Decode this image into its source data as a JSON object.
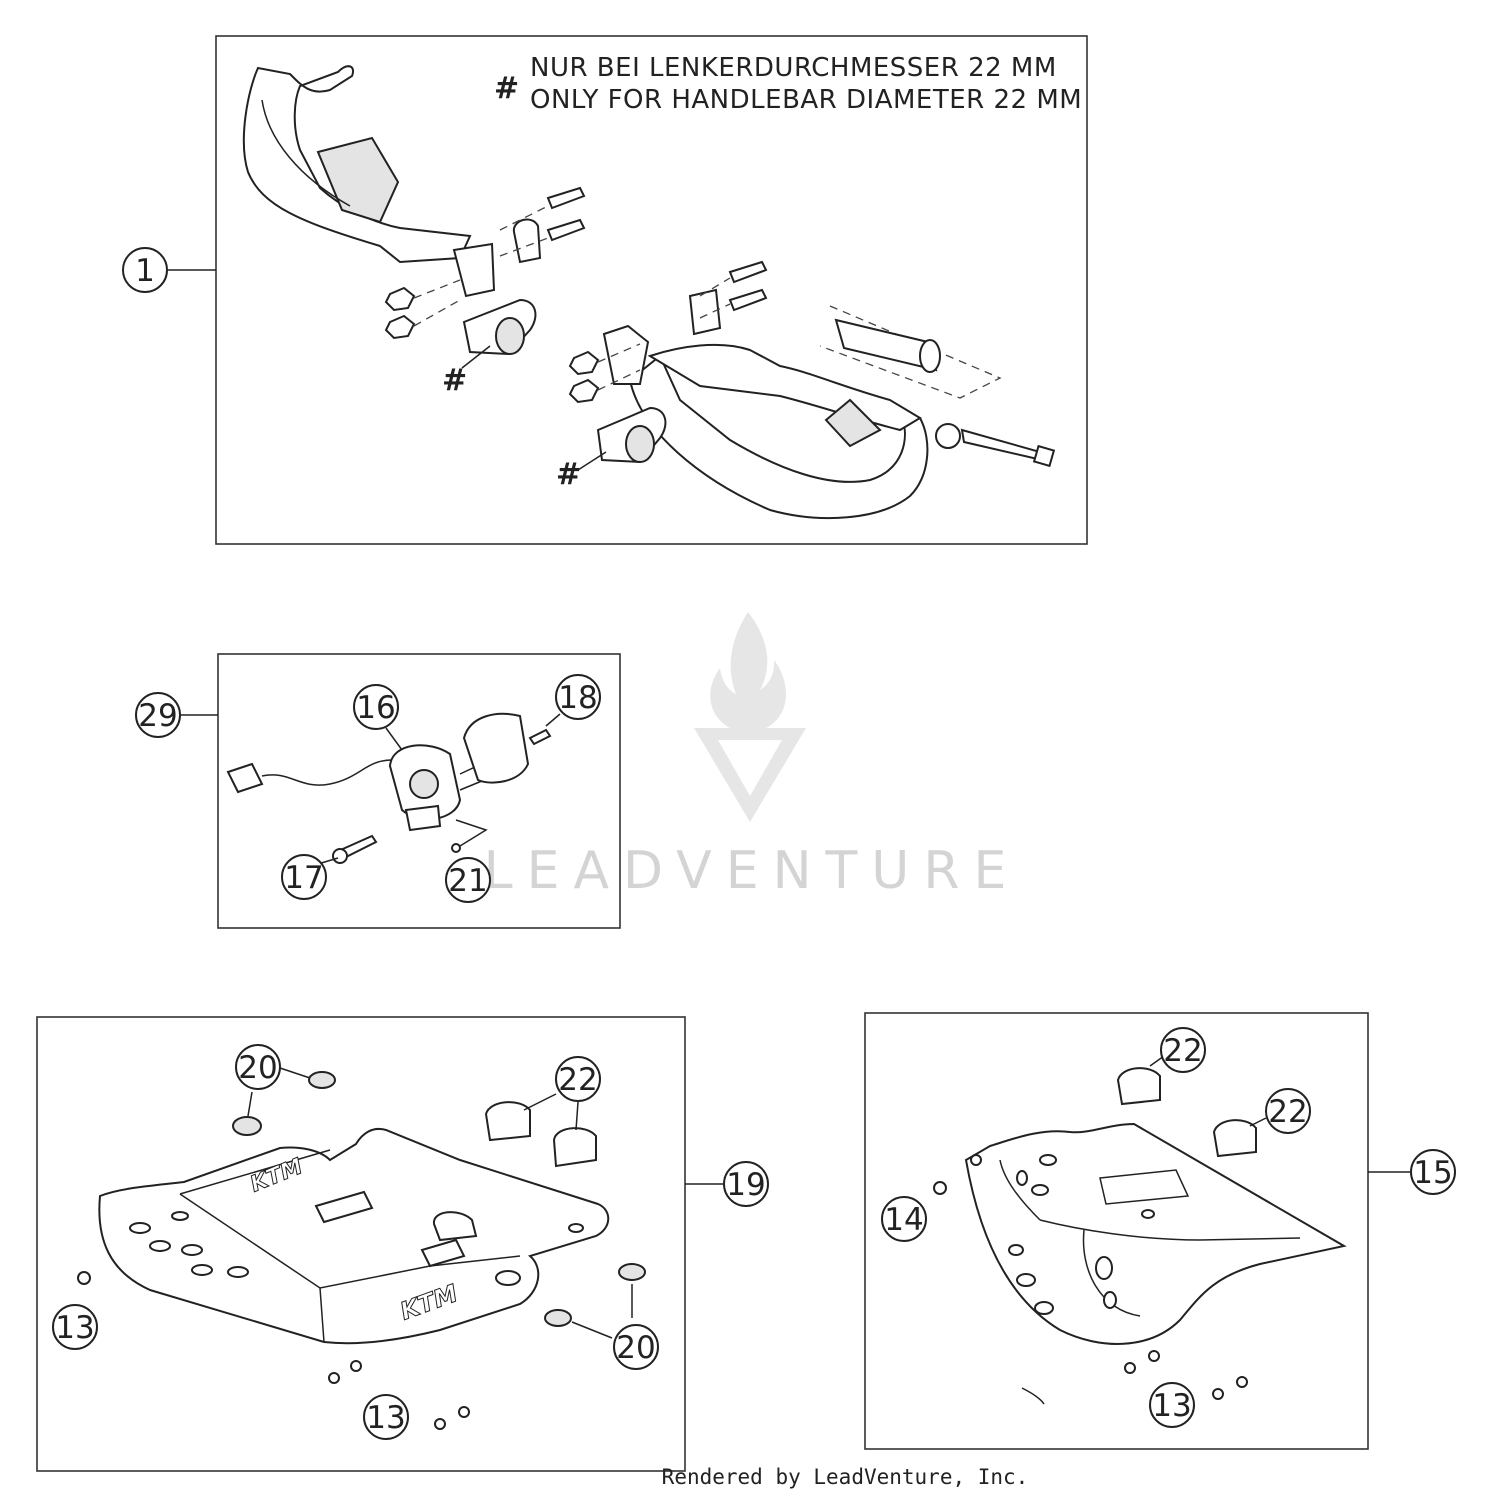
{
  "note": {
    "symbol": "#",
    "line_de": "NUR BEI LENKERDURCHMESSER 22 MM",
    "line_en": "ONLY FOR HANDLEBAR DIAMETER 22 MM"
  },
  "callouts": {
    "c1": "1",
    "c29": "29",
    "c16": "16",
    "c18": "18",
    "c17": "17",
    "c21": "21",
    "c20a": "20",
    "c22a": "22",
    "c19": "19",
    "c13a": "13",
    "c20b": "20",
    "c13b": "13",
    "c22b": "22",
    "c22c": "22",
    "c14": "14",
    "c15": "15",
    "c13c": "13"
  },
  "hash_marks": {
    "h1": "#",
    "h2": "#"
  },
  "brand_marks": {
    "plate_top": "KTM",
    "plate_side": "KTM"
  },
  "watermark": "LEADVENTURE",
  "footer": "Rendered by LeadVenture, Inc."
}
